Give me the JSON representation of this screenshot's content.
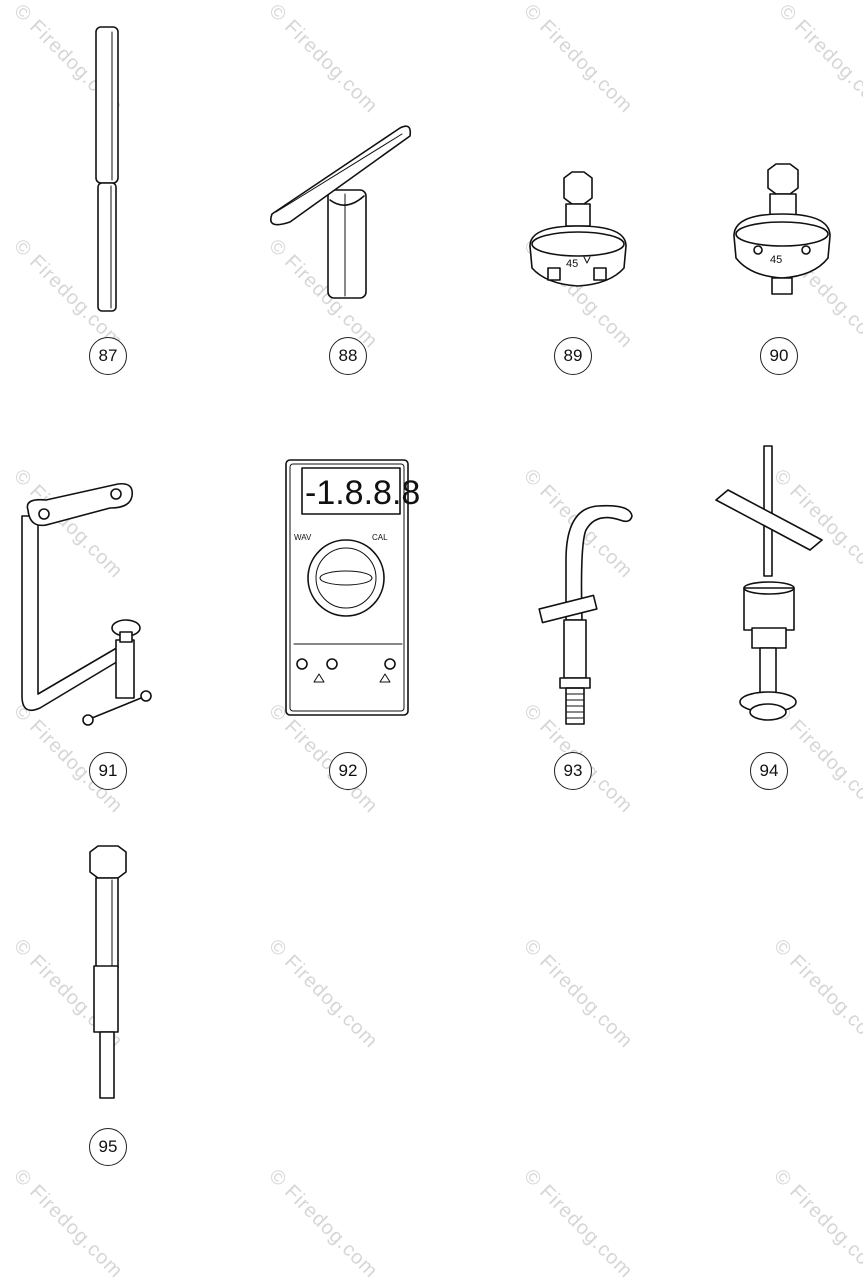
{
  "watermark": {
    "text": "© Firedog.com"
  },
  "items": [
    {
      "callout": "87"
    },
    {
      "callout": "88"
    },
    {
      "callout": "89",
      "label": "45"
    },
    {
      "callout": "90",
      "label": "45"
    },
    {
      "callout": "91"
    },
    {
      "callout": "92",
      "display": "-1.8.8.8",
      "left_label": "WAV",
      "right_label": "CAL"
    },
    {
      "callout": "93"
    },
    {
      "callout": "94"
    },
    {
      "callout": "95"
    }
  ]
}
